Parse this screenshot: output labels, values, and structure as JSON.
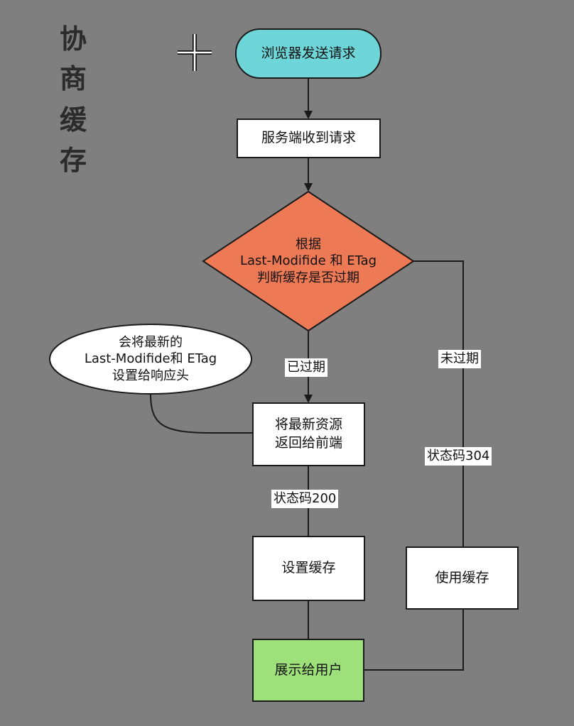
{
  "title_chars": [
    "协",
    "商",
    "缓",
    "存"
  ],
  "nodes": {
    "browser_request": "浏览器发送请求",
    "server_receive": "服务端收到请求",
    "decision": {
      "line1": "根据",
      "line2": "Last-Modifide 和 ETag",
      "line3": "判断缓存是否过期"
    },
    "callout": {
      "line1": "会将最新的",
      "line2": "Last-Modifide和 ETag",
      "line3": "设置给响应头"
    },
    "return_latest": {
      "line1": "将最新资源",
      "line2": "返回给前端"
    },
    "set_cache": "设置缓存",
    "use_cache": "使用缓存",
    "show_user": "展示给用户"
  },
  "edge_labels": {
    "expired": "已过期",
    "not_expired": "未过期",
    "status_200": "状态码200",
    "status_304": "状态码304"
  },
  "colors": {
    "background": "#7f7f7f",
    "start_fill": "#6ed6d9",
    "decision_fill": "#ee7a55",
    "end_fill": "#9ee07a",
    "box_fill": "#ffffff",
    "line": "#1a1a1a"
  }
}
